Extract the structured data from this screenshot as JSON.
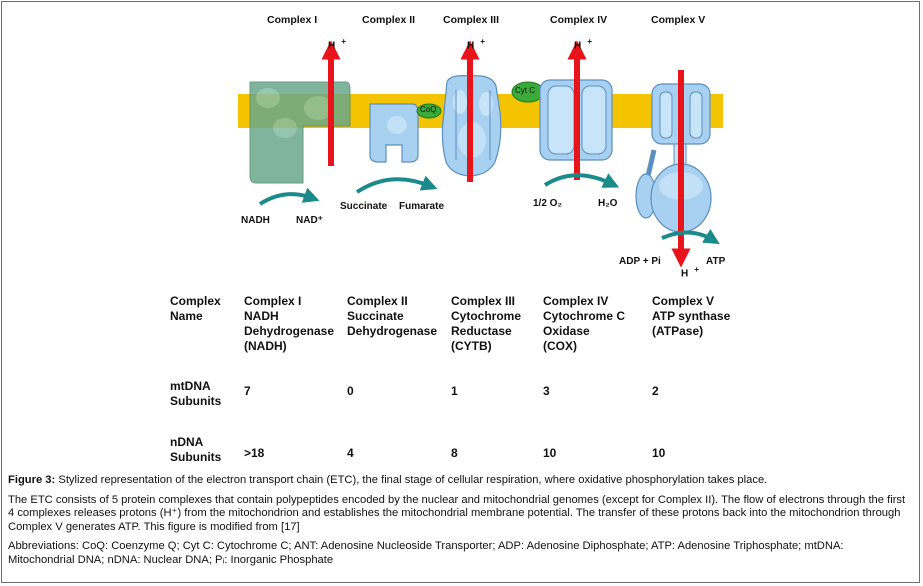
{
  "diagram": {
    "complex_headers": [
      "Complex I",
      "Complex II",
      "Complex III",
      "Complex IV",
      "Complex V"
    ],
    "proton_symbol": "H",
    "proton_charge": "+",
    "coq_label": "CoQ",
    "cytc_label": "Cyt C",
    "substrates": {
      "nadh": "NADH",
      "nad": "NAD⁺",
      "succinate": "Succinate",
      "fumarate": "Fumarate",
      "oxygen": "1/2 O₂",
      "water": "H₂O",
      "adp": "ADP + Pi",
      "atp": "ATP"
    },
    "colors": {
      "membrane": "#f5c400",
      "complex1": "#6aa88c",
      "protein": "#a8d0f0",
      "proton_arrow": "#e8141b",
      "reaction_arrow": "#1a8a8a",
      "cytc": "#3aaa3a"
    }
  },
  "table": {
    "row_labels": [
      "Complex\nName",
      "mtDNA\nSubunits",
      "nDNA\nSubunits"
    ],
    "columns": [
      {
        "name": "Complex I\nNADH\nDehydrogenase\n(NADH)",
        "mtdna": "7",
        "ndna": ">18"
      },
      {
        "name": "Complex II\nSuccinate\nDehydrogenase",
        "mtdna": "0",
        "ndna": "4"
      },
      {
        "name": "Complex III\nCytochrome\nReductase\n(CYTB)",
        "mtdna": "1",
        "ndna": "8"
      },
      {
        "name": "Complex IV\nCytochrome C\nOxidase\n(COX)",
        "mtdna": "3",
        "ndna": "10"
      },
      {
        "name": "Complex V\nATP synthase\n(ATPase)",
        "mtdna": "2",
        "ndna": "10"
      }
    ]
  },
  "caption": {
    "figure_label": "Figure 3:",
    "figure_text": " Stylized representation of the electron transport chain (ETC), the final stage of cellular respiration, where oxidative phosphorylation takes place.",
    "para2": "The ETC consists of 5 protein complexes that contain polypeptides encoded by the nuclear and mitochondrial genomes (except for Complex II). The flow of electrons through the first 4 complexes releases protons (H⁺) from the mitochondrion and establishes the mitochondrial membrane potential. The transfer of these protons back into the mitochondrion through Complex V generates ATP. This figure is modified from [17]",
    "para3": "Abbreviations: CoQ: Coenzyme Q; Cyt C: Cytochrome C; ANT: Adenosine Nucleoside Transporter; ADP: Adenosine Diphosphate; ATP: Adenosine Triphosphate; mtDNA: Mitochondrial DNA; nDNA: Nuclear DNA; Pᵢ: Inorganic Phosphate"
  }
}
